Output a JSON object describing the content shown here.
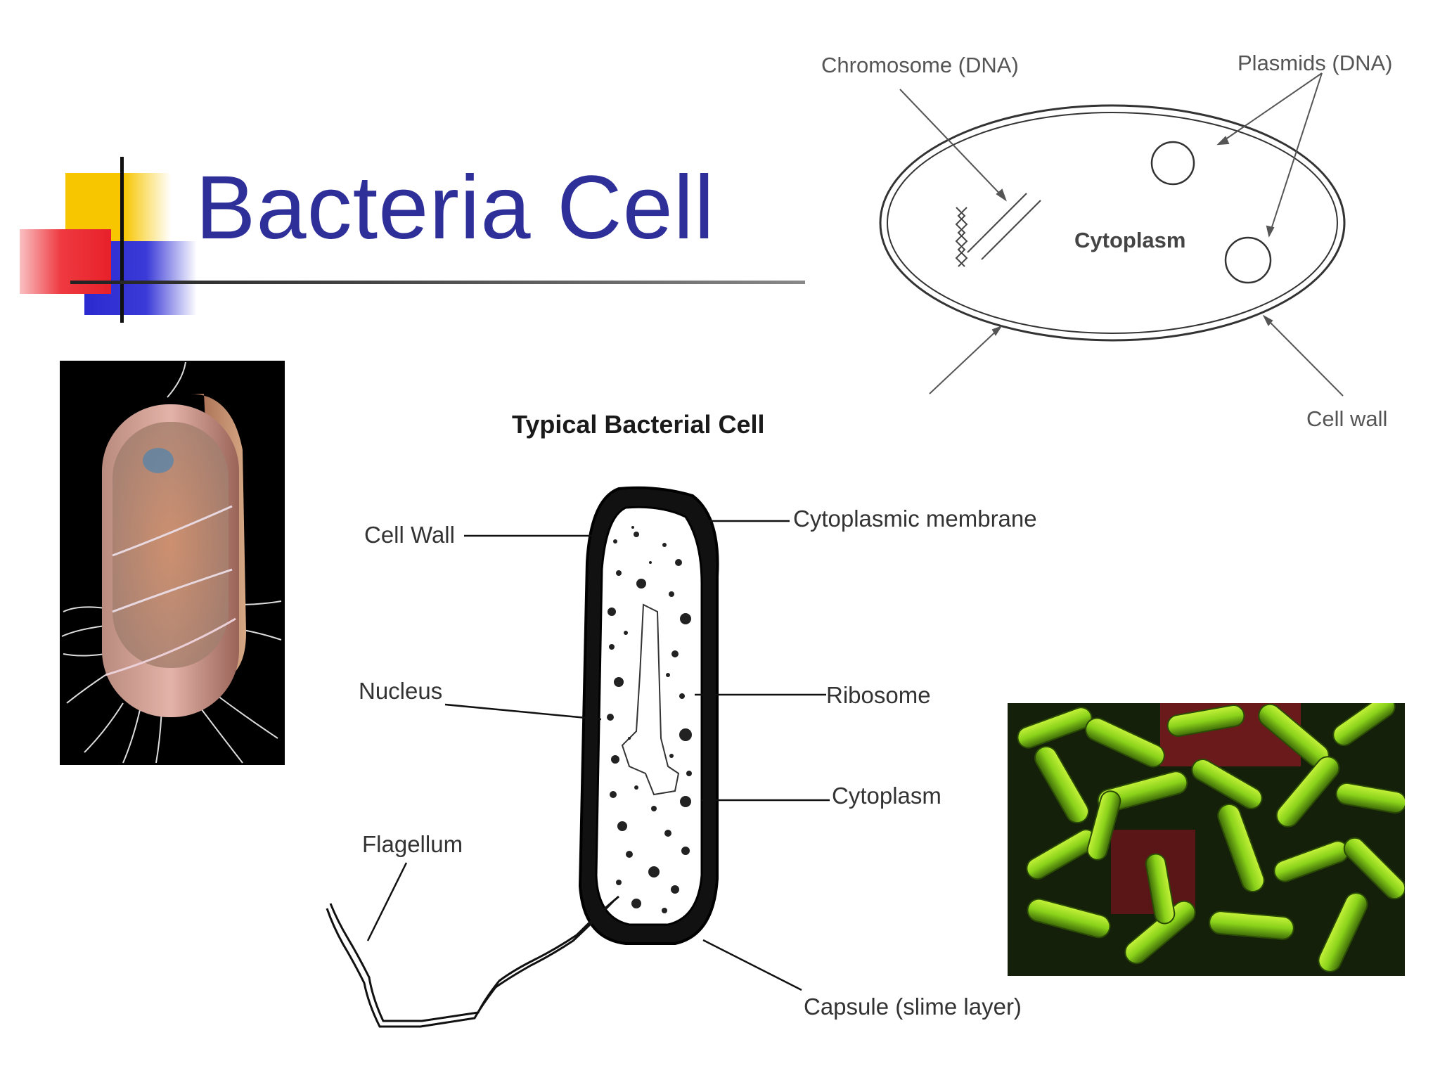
{
  "slide": {
    "title": "Bacteria Cell"
  },
  "diagram_top_right": {
    "chromosome_label": "Chromosome (DNA)",
    "plasmids_label": "Plasmids (DNA)",
    "cytoplasm_label": "Cytoplasm",
    "cell_wall_label": "Cell wall"
  },
  "diagram_typical": {
    "heading": "Typical Bacterial Cell",
    "cell_wall": "Cell Wall",
    "cytoplasmic_membrane": "Cytoplasmic membrane",
    "nucleus": "Nucleus",
    "ribosome": "Ribosome",
    "cytoplasm": "Cytoplasm",
    "flagellum": "Flagellum",
    "capsule": "Capsule (slime layer)"
  },
  "colors": {
    "title": "#2f2f9a",
    "accent_yellow": "#f7c600",
    "accent_red": "#e8202a",
    "accent_blue": "#2a2ad0",
    "micrograph_green": "#8ad21a",
    "micrograph_background": "#6a1a1a"
  }
}
